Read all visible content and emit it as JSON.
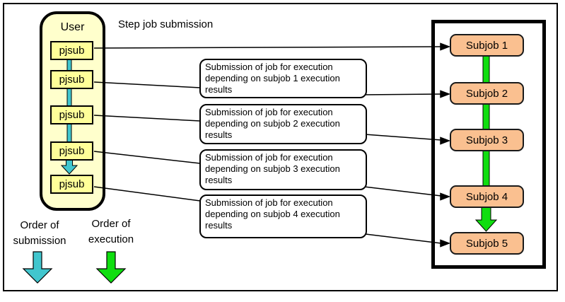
{
  "diagram": {
    "title": "Step job submission",
    "user_group": {
      "label": "User"
    },
    "pjsub_commands": [
      {
        "label": "pjsub"
      },
      {
        "label": "pjsub"
      },
      {
        "label": "pjsub"
      },
      {
        "label": "pjsub"
      },
      {
        "label": "pjsub"
      }
    ],
    "callouts": [
      {
        "text": "Submission of job for execution depending on subjob 1 execution results"
      },
      {
        "text": "Submission of job for execution depending on subjob 2 execution results"
      },
      {
        "text": "Submission of job for execution depending on subjob 3 execution results"
      },
      {
        "text": "Submission of job for execution depending on subjob 4 execution results"
      }
    ],
    "subjobs": [
      {
        "label": "Subjob 1"
      },
      {
        "label": "Subjob 2"
      },
      {
        "label": "Subjob 3"
      },
      {
        "label": "Subjob 4"
      },
      {
        "label": "Subjob 5"
      }
    ],
    "legend": [
      {
        "line1": "Order of",
        "line2": "submission",
        "arrow_icon": "teal-down-arrow",
        "color": "#41C6CE"
      },
      {
        "line1": "Order of",
        "line2": "execution",
        "arrow_icon": "green-down-arrow",
        "color": "#0FDE0F"
      }
    ],
    "colors": {
      "submission_arrow": "#41C6CE",
      "execution_arrow": "#0FDE0F",
      "user_container_fill": "#FFFFCC",
      "pjsub_box_fill": "#FFFF99",
      "subjob_box_fill": "#FAC090",
      "connector_line": "#000000"
    }
  }
}
